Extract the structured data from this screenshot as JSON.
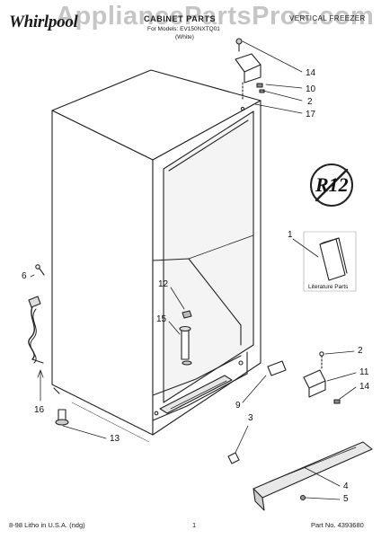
{
  "header": {
    "brand": "Whirlpool",
    "watermark": "AppliancePartsPros.com",
    "title": "CABINET PARTS",
    "model_line": "For Models: EV150NXTQ01",
    "color_line": "(White)",
    "product": "VERTICAL FREEZER"
  },
  "badge": {
    "text": "R12",
    "struck": true
  },
  "literature": {
    "label": "Literature Parts"
  },
  "callouts": {
    "c14a": "14",
    "c10": "10",
    "c2a": "2",
    "c17": "17",
    "c1": "1",
    "c6": "6",
    "c12": "12",
    "c15": "15",
    "c16": "16",
    "c2b": "2",
    "c11": "11",
    "c14b": "14",
    "c9": "9",
    "c3": "3",
    "c13": "13",
    "c4": "4",
    "c5": "5"
  },
  "footer": {
    "left": "8-98 Litho in U.S.A. (ndg)",
    "page": "1",
    "part_no": "Part No. 4393680"
  }
}
